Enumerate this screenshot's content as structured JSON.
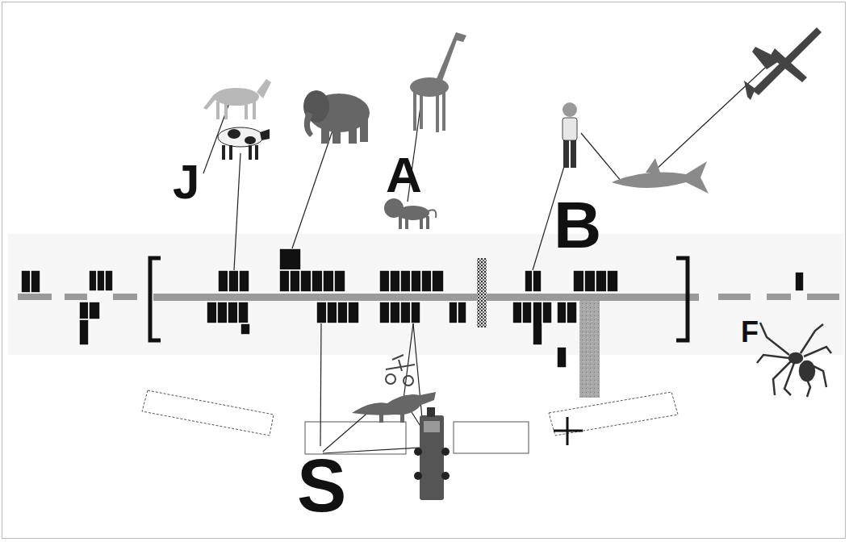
{
  "diagram": {
    "labels": [
      "J",
      "A",
      "B",
      "S",
      "F"
    ]
  }
}
